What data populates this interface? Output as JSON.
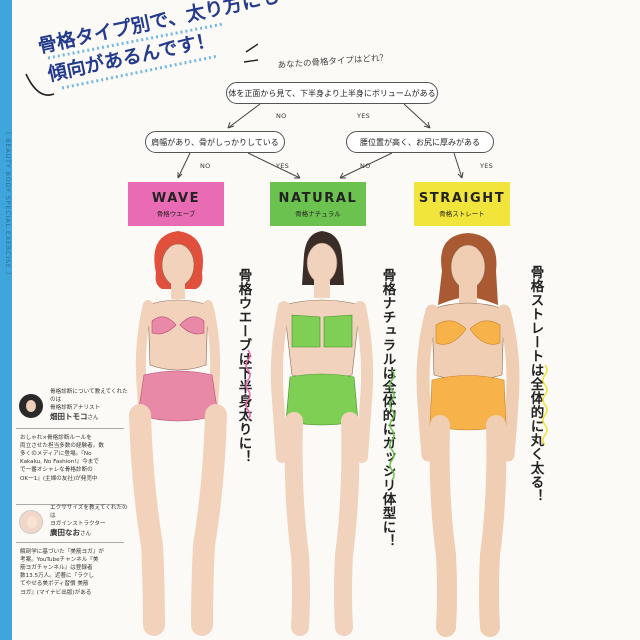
{
  "sidebar": {
    "label": "〔 BEAUTY BODY SPECIAL EXERCISE 〕"
  },
  "headline": {
    "line1": "骨格タイプ別で、太り方にも",
    "line2": "傾向があるんです！"
  },
  "chart": {
    "question": "あなたの骨格タイプはどれ？",
    "q1": "体を正面から見て、下半身より上半身にボリュームがある",
    "q2_left": "肩幅があり、骨がしっかりしている",
    "q2_right": "腰位置が高く、お尻に厚みがある",
    "no": "NO",
    "yes": "YES"
  },
  "types": [
    {
      "en": "WAVE",
      "jp": "骨格ウエーブ",
      "color": "#e96bb4",
      "caption": "骨格ウエーブは下半身太りに！"
    },
    {
      "en": "NATURAL",
      "jp": "骨格ナチュラル",
      "color": "#6cc24f",
      "caption": "骨格ナチュラルは全体的にガッシリ体型に！"
    },
    {
      "en": "STRAIGHT",
      "jp": "骨格ストレート",
      "color": "#f1e43a",
      "caption": "骨格ストレートは全体的に丸く太る！"
    }
  ],
  "experts": [
    {
      "intro": "骨格診断について教えてくれたのは",
      "role": "骨格診断アナリスト",
      "name": "畑田トモコ",
      "honorific": "さん",
      "bio": [
        "おしゃれ×骨格診断ルールを",
        "両立させた担当多数の経験者。数",
        "多くのメディアに登場。『No",
        "Kakaku, No Fashion!』今まで",
        "で一番オシャレな骨格診断の",
        "OK一1』(主婦の友社)が発売中"
      ]
    },
    {
      "intro": "エクササイズを教えてくれたのは",
      "role": "ヨガインストラクター",
      "name": "廣田なお",
      "honorific": "さん",
      "bio": [
        "解剖学に基づいた『美筋ヨガ』が",
        "考案。YouTubeチャンネル『美",
        "筋ヨガチャンネル』は登録者",
        "数13.5万人。近著に『ラクし",
        "てやせる美ボディ習慣 美筋",
        "ヨガ』(マイナビ出版)がある"
      ]
    }
  ]
}
